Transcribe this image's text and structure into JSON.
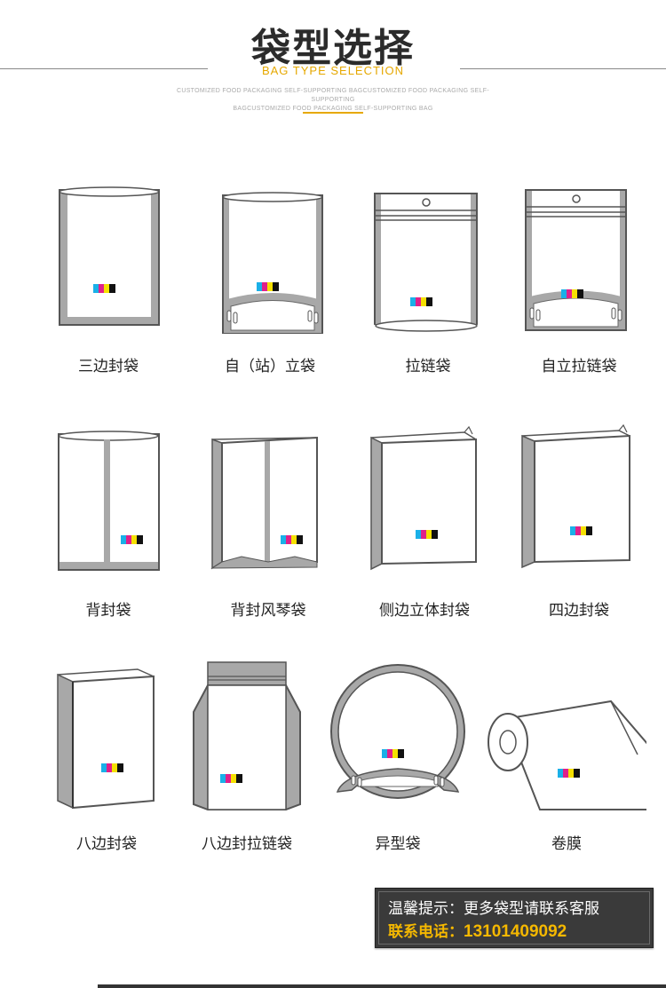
{
  "header": {
    "title": "袋型选择",
    "subtitle": "BAG TYPE SELECTION",
    "desc_line1": "CUSTOMIZED FOOD PACKAGING SELF-SUPPORTING BAGCUSTOMIZED FOOD PACKAGING SELF-SUPPORTING",
    "desc_line2": "BAGCUSTOMIZED FOOD PACKAGING SELF-SUPPORTING BAG"
  },
  "bags": [
    {
      "label": "三边封袋",
      "icon": "three-side-seal-bag-icon"
    },
    {
      "label": "自（站）立袋",
      "icon": "stand-up-bag-icon"
    },
    {
      "label": "拉链袋",
      "icon": "zipper-bag-icon"
    },
    {
      "label": "自立拉链袋",
      "icon": "stand-up-zipper-bag-icon"
    },
    {
      "label": "背封袋",
      "icon": "back-seal-bag-icon"
    },
    {
      "label": "背封风琴袋",
      "icon": "back-seal-gusset-bag-icon"
    },
    {
      "label": "侧边立体封袋",
      "icon": "side-gusset-bag-icon"
    },
    {
      "label": "四边封袋",
      "icon": "four-side-seal-bag-icon"
    },
    {
      "label": "八边封袋",
      "icon": "eight-side-seal-bag-icon"
    },
    {
      "label": "八边封拉链袋",
      "icon": "eight-side-seal-zipper-bag-icon"
    },
    {
      "label": "异型袋",
      "icon": "shaped-bag-icon"
    },
    {
      "label": "卷膜",
      "icon": "roll-film-icon"
    }
  ],
  "notice": {
    "line1": "温馨提示：更多袋型请联系客服",
    "phone_label": "联系电话：",
    "phone": "13101409092"
  },
  "colors": {
    "accent": "#e6a800",
    "cyan": "#1ab0e8",
    "magenta": "#e0208a",
    "yellow": "#f5e000",
    "black": "#111111",
    "seal_gray": "#a8a8a8",
    "notice_bg": "#3a3a3a"
  }
}
